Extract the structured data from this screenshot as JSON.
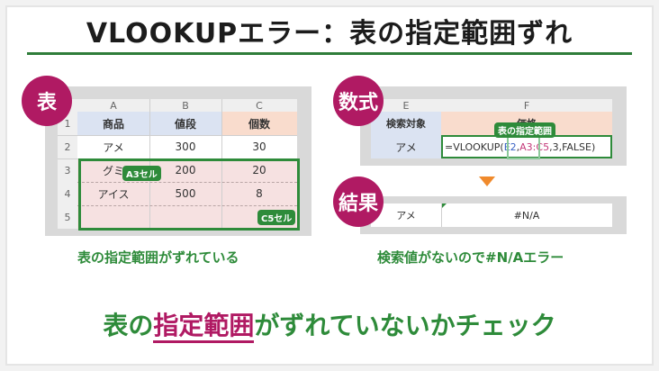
{
  "title": "VLOOKUPエラー：表の指定範囲ずれ",
  "left_panel": {
    "badge": "表",
    "col_headers": [
      "A",
      "B",
      "C"
    ],
    "row_headers": [
      "1",
      "2",
      "3",
      "4",
      "5"
    ],
    "header_row": [
      "商品",
      "値段",
      "個数"
    ],
    "rows": [
      [
        "アメ",
        "300",
        "30"
      ],
      [
        "グミ",
        "200",
        "20"
      ],
      [
        "アイス",
        "500",
        "8"
      ],
      [
        "",
        "",
        ""
      ]
    ],
    "tag_a3": "A3セル",
    "tag_c5": "C5セル",
    "caption": "表の指定範囲がずれている"
  },
  "right_top": {
    "badge": "数式",
    "col_headers": [
      "E",
      "F"
    ],
    "header_row": [
      "検索対象",
      "価格"
    ],
    "search_value": "アメ",
    "formula_parts": [
      "=VLOOKUP(",
      "E2",
      ",",
      "A3:C5",
      ",3,FALSE)"
    ],
    "tooltip": "表の指定範囲"
  },
  "right_bottom": {
    "badge": "結果",
    "search_value": "アメ",
    "result": "#N/A",
    "caption": "検索値がないので#N/Aエラー"
  },
  "bottom": {
    "part1": "表の",
    "part2": "指定範囲",
    "part3": "がずれていないかチェック"
  },
  "colors": {
    "accent_green": "#2e8b3a",
    "badge_magenta": "#b01a63",
    "header_blue": "#dbe3f2",
    "header_peach": "#f9dccd",
    "range_pink": "#f6e1e1"
  }
}
